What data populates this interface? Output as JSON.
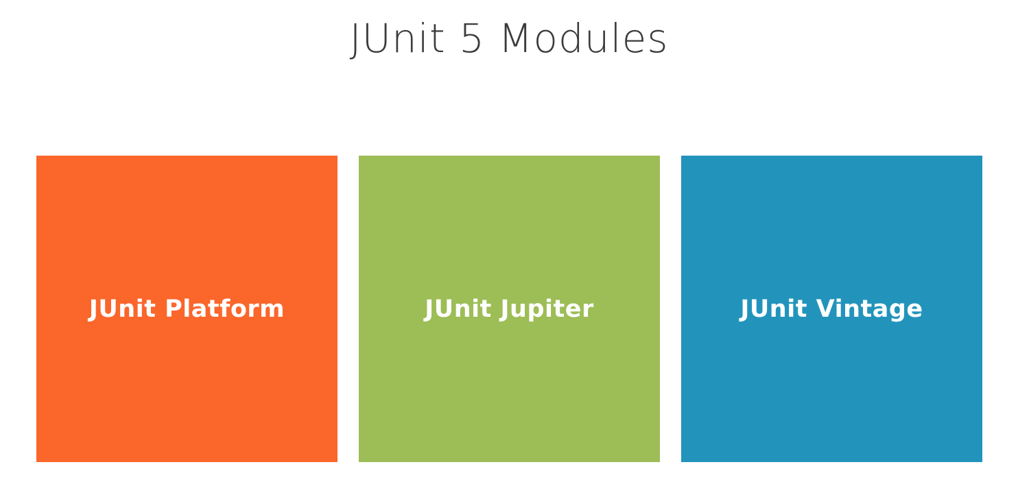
{
  "slide": {
    "title": "JUnit 5 Modules"
  },
  "modules": [
    {
      "label": "JUnit Platform",
      "color": "#fb662b"
    },
    {
      "label": "JUnit Jupiter",
      "color": "#9dbd56"
    },
    {
      "label": "JUnit Vintage",
      "color": "#2294bc"
    }
  ]
}
